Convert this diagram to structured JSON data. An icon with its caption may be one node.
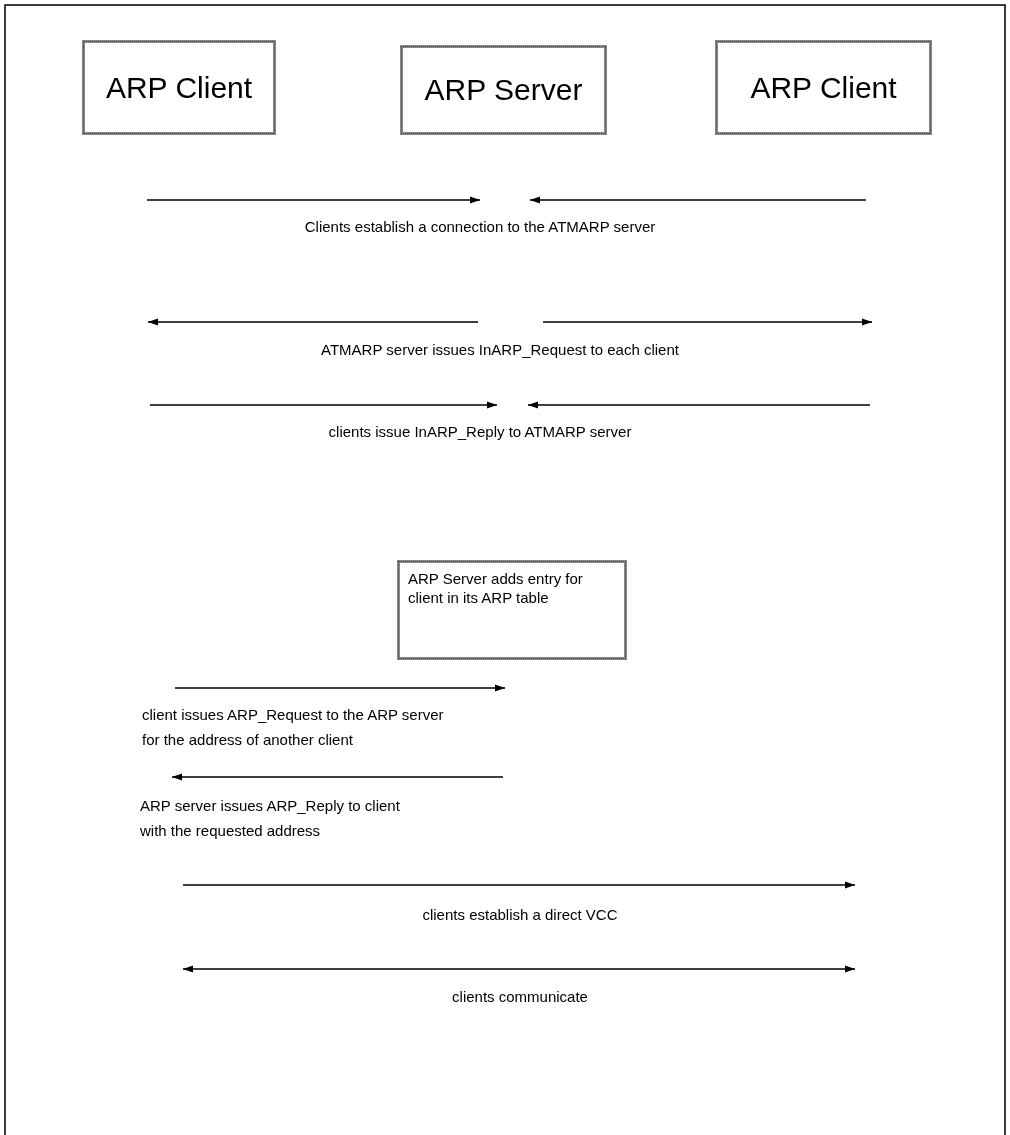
{
  "diagram": {
    "nodes": [
      {
        "text": [
          "ARP Client"
        ]
      },
      {
        "text": [
          "ARP Server"
        ]
      },
      {
        "text": [
          "ARP Client"
        ]
      },
      {
        "text": [
          "ARP Server adds entry for client in its ARP table"
        ]
      }
    ],
    "labels": [
      "Clients establish a connection to the ATMARP server",
      "ATMARP server issues InARP_Request to each client",
      "clients issue InARP_Reply to ATMARP server",
      "client issues ARP_Request to the ARP server for the address of another client",
      "ARP server issues ARP_Reply to client with the requested address",
      "clients establish a direct VCC",
      "clients communicate"
    ]
  }
}
